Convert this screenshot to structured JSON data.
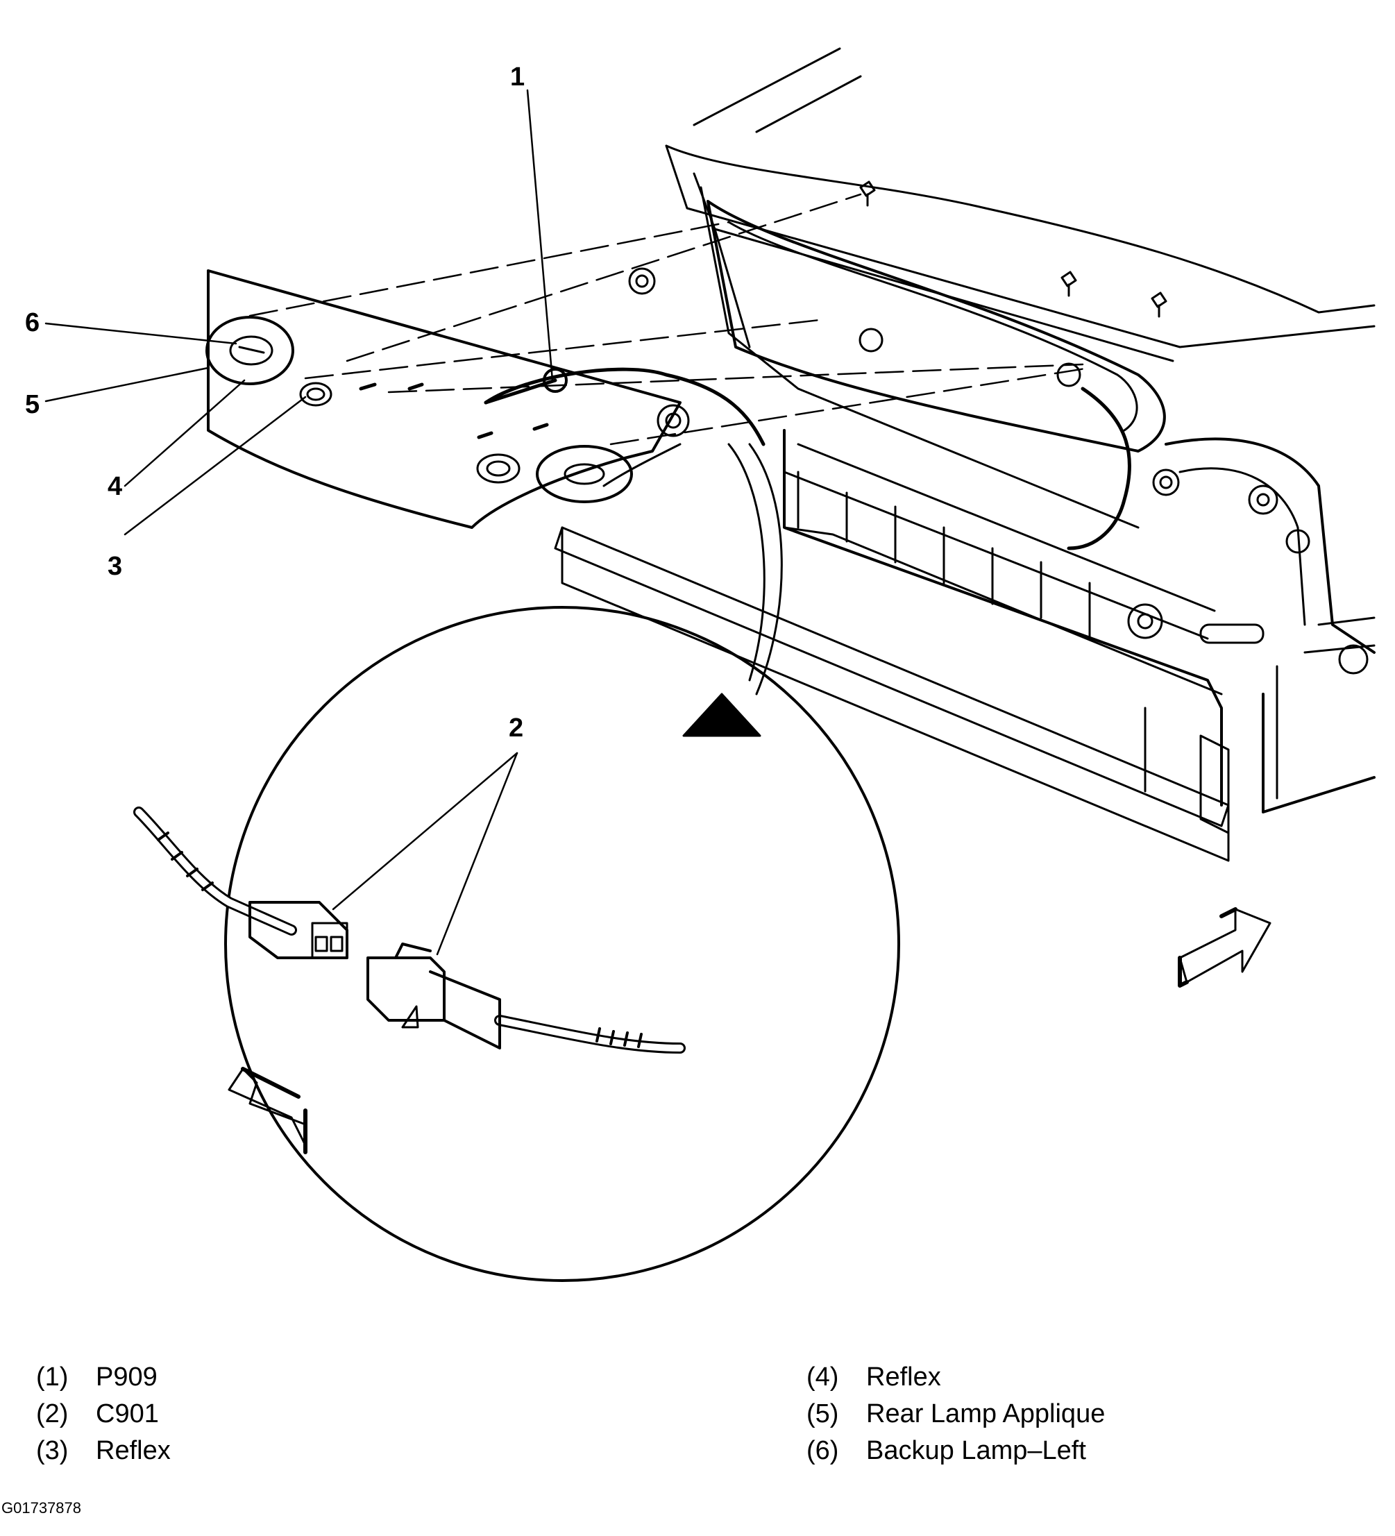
{
  "callouts": {
    "c1": "1",
    "c2": "2",
    "c3": "3",
    "c4": "4",
    "c5": "5",
    "c6": "6"
  },
  "legend": {
    "left": [
      {
        "num": "(1)",
        "label": "P909"
      },
      {
        "num": "(2)",
        "label": "C901"
      },
      {
        "num": "(3)",
        "label": "Reflex"
      }
    ],
    "right": [
      {
        "num": "(4)",
        "label": "Reflex"
      },
      {
        "num": "(5)",
        "label": "Rear Lamp Applique"
      },
      {
        "num": "(6)",
        "label": "Backup Lamp–Left"
      }
    ]
  },
  "figure_id": "G01737878"
}
